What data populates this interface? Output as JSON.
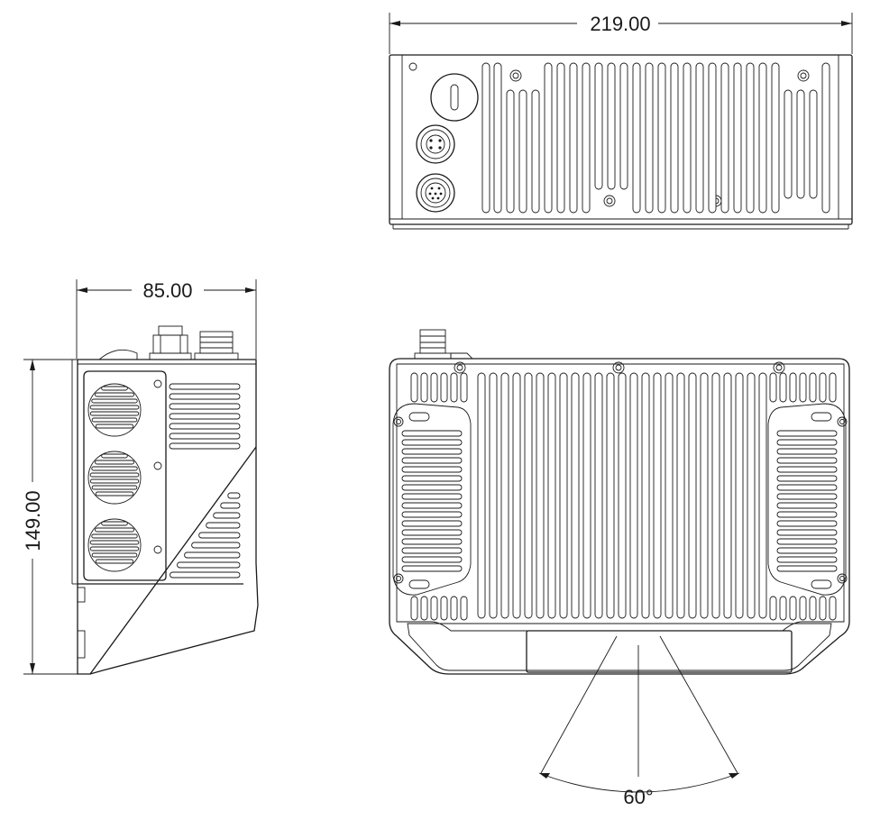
{
  "dimensions": {
    "top_view_width": "219.00",
    "side_view_depth": "85.00",
    "side_view_height": "149.00",
    "beam_angle": "60°"
  }
}
